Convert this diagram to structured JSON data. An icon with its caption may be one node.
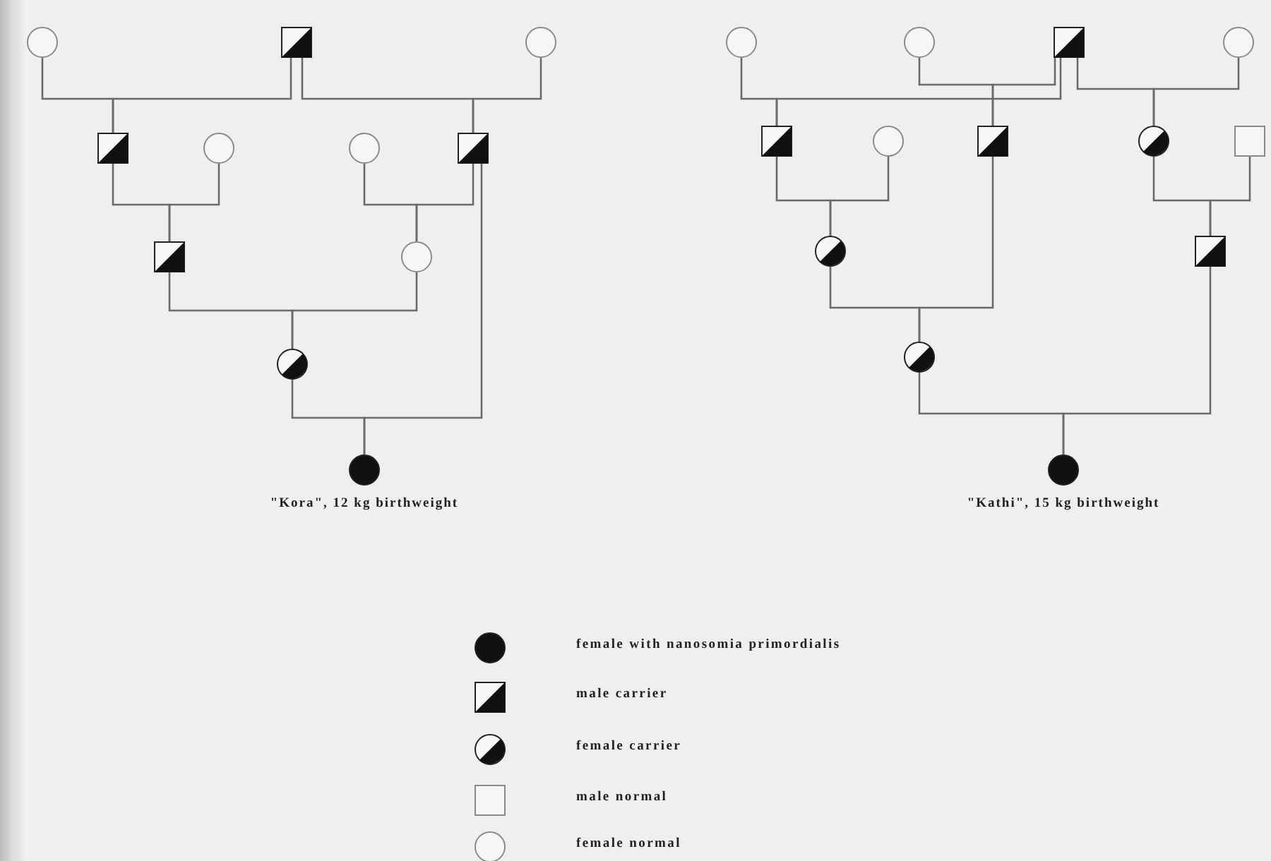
{
  "diagram": {
    "nodes": [
      {
        "text": [],
        "shape": "circle"
      },
      {
        "text": [],
        "shape": "box"
      },
      {
        "text": [],
        "shape": "circle"
      },
      {
        "text": [],
        "shape": "box"
      },
      {
        "text": [],
        "shape": "circle"
      },
      {
        "text": [],
        "shape": "circle"
      },
      {
        "text": [],
        "shape": "box"
      },
      {
        "text": [],
        "shape": "box"
      },
      {
        "text": [],
        "shape": "circle"
      },
      {
        "text": [],
        "shape": "circle"
      },
      {
        "text": [],
        "shape": "circle",
        "beside": [
          "\"Kora\", 12 kg birthweight"
        ]
      },
      {
        "text": [],
        "shape": "circle"
      },
      {
        "text": [],
        "shape": "circle"
      },
      {
        "text": [],
        "shape": "box"
      },
      {
        "text": [],
        "shape": "circle"
      },
      {
        "text": [],
        "shape": "box"
      },
      {
        "text": [],
        "shape": "circle"
      },
      {
        "text": [],
        "shape": "box"
      },
      {
        "text": [],
        "shape": "circle"
      },
      {
        "text": [],
        "shape": "box"
      },
      {
        "text": [],
        "shape": "circle"
      },
      {
        "text": [],
        "shape": "box"
      },
      {
        "text": [],
        "shape": "circle"
      },
      {
        "text": [],
        "shape": "circle",
        "beside": [
          "\"Kathi\", 15 kg birthweight"
        ]
      }
    ],
    "edges": [
      {
        "from": 0,
        "to": 3,
        "arrow": "none"
      },
      {
        "from": 1,
        "to": 3,
        "arrow": "none"
      },
      {
        "from": 1,
        "to": 6,
        "arrow": "none"
      },
      {
        "from": 2,
        "to": 6,
        "arrow": "none"
      },
      {
        "from": 3,
        "to": 7,
        "arrow": "none"
      },
      {
        "from": 4,
        "to": 7,
        "arrow": "none"
      },
      {
        "from": 5,
        "to": 8,
        "arrow": "none"
      },
      {
        "from": 6,
        "to": 8,
        "arrow": "none"
      },
      {
        "from": 7,
        "to": 9,
        "arrow": "none"
      },
      {
        "from": 8,
        "to": 9,
        "arrow": "none"
      },
      {
        "from": 9,
        "to": 10,
        "arrow": "none"
      },
      {
        "from": 6,
        "to": 10,
        "arrow": "none"
      },
      {
        "from": 11,
        "to": 15,
        "arrow": "none"
      },
      {
        "from": 13,
        "to": 15,
        "arrow": "none"
      },
      {
        "from": 12,
        "to": 17,
        "arrow": "none"
      },
      {
        "from": 13,
        "to": 17,
        "arrow": "none"
      },
      {
        "from": 13,
        "to": 18,
        "arrow": "none"
      },
      {
        "from": 14,
        "to": 18,
        "arrow": "none"
      },
      {
        "from": 15,
        "to": 20,
        "arrow": "none"
      },
      {
        "from": 16,
        "to": 20,
        "arrow": "none"
      },
      {
        "from": 18,
        "to": 21,
        "arrow": "none"
      },
      {
        "from": 19,
        "to": 21,
        "arrow": "none"
      },
      {
        "from": 20,
        "to": 22,
        "arrow": "none"
      },
      {
        "from": 17,
        "to": 22,
        "arrow": "none"
      },
      {
        "from": 22,
        "to": 23,
        "arrow": "none"
      },
      {
        "from": 21,
        "to": 23,
        "arrow": "none"
      }
    ],
    "legend": [
      {
        "text": "female with nanosomia primordialis"
      },
      {
        "text": "male carrier"
      },
      {
        "text": "female carrier"
      },
      {
        "text": "male normal"
      },
      {
        "text": "female normal"
      }
    ]
  }
}
